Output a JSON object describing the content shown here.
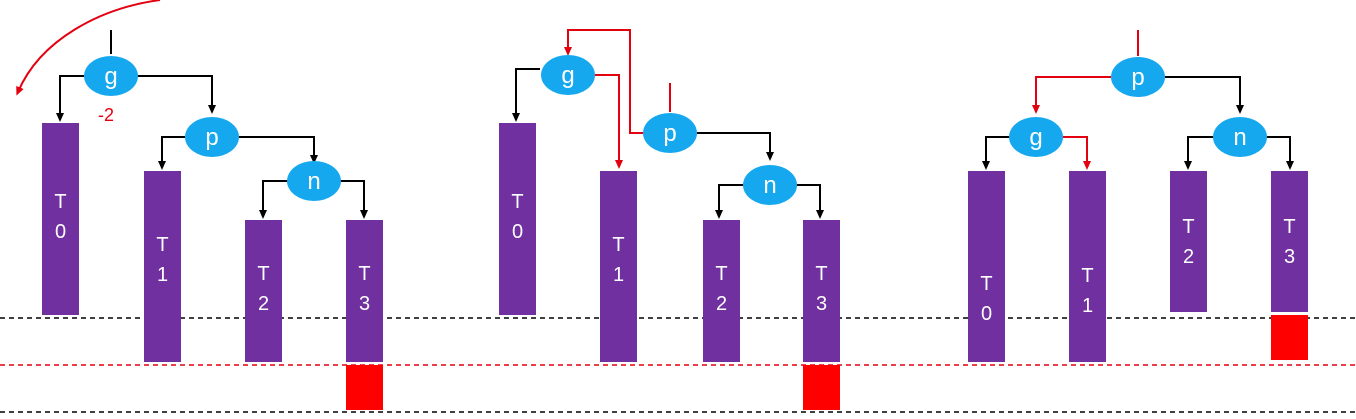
{
  "colors": {
    "node_fill": "#16a8ef",
    "bar_fill": "#7030a0",
    "black_line": "#000000",
    "red_line": "#e3000f",
    "overflow_fill": "#ff0000",
    "dashed_black": "#000000",
    "dashed_red": "#e3000f"
  },
  "panels": [
    {
      "nodes": [
        {
          "key": "g",
          "label": "g"
        },
        {
          "key": "p",
          "label": "p"
        },
        {
          "key": "n",
          "label": "n"
        }
      ],
      "bars": [
        {
          "key": "T0",
          "label": [
            "T",
            "0"
          ]
        },
        {
          "key": "T1",
          "label": [
            "T",
            "1"
          ]
        },
        {
          "key": "T2",
          "label": [
            "T",
            "2"
          ]
        },
        {
          "key": "T3",
          "label": [
            "T",
            "3"
          ],
          "overflow": true
        }
      ],
      "balance_factor": {
        "node": "g",
        "value": "-2"
      },
      "rotation_arrow": true
    },
    {
      "nodes": [
        {
          "key": "g",
          "label": "g"
        },
        {
          "key": "p",
          "label": "p"
        },
        {
          "key": "n",
          "label": "n"
        }
      ],
      "bars": [
        {
          "key": "T0",
          "label": [
            "T",
            "0"
          ]
        },
        {
          "key": "T1",
          "label": [
            "T",
            "1"
          ]
        },
        {
          "key": "T2",
          "label": [
            "T",
            "2"
          ]
        },
        {
          "key": "T3",
          "label": [
            "T",
            "3"
          ],
          "overflow": true
        }
      ]
    },
    {
      "nodes": [
        {
          "key": "p",
          "label": "p"
        },
        {
          "key": "g",
          "label": "g"
        },
        {
          "key": "n",
          "label": "n"
        }
      ],
      "bars": [
        {
          "key": "T0",
          "label": [
            "T",
            "0"
          ]
        },
        {
          "key": "T1",
          "label": [
            "T",
            "1"
          ]
        },
        {
          "key": "T2",
          "label": [
            "T",
            "2"
          ]
        },
        {
          "key": "T3",
          "label": [
            "T",
            "3"
          ],
          "overflow": true
        }
      ]
    }
  ]
}
